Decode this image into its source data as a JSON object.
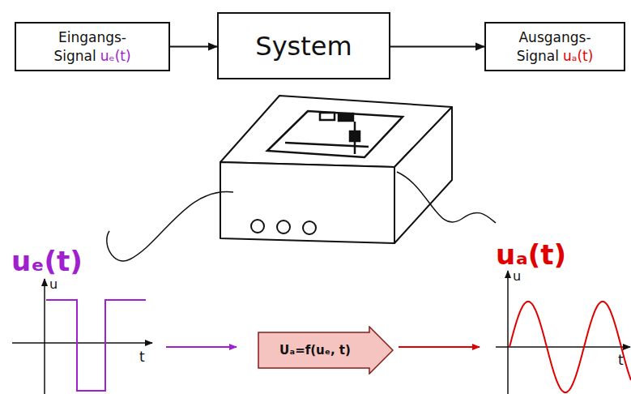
{
  "diagram": {
    "nodes": [
      {
        "text": [
          "Eingangs- Signal",
          "uₑ(t)"
        ]
      },
      {
        "text": [
          "System"
        ]
      },
      {
        "text": [
          "Ausgangs- Signal",
          "uₐ(t)"
        ]
      },
      {
        "text": [
          "Uₐ=f(uₑ, t)"
        ]
      }
    ],
    "edges": [
      {
        "from": 0,
        "to": 1,
        "arrow": "to"
      },
      {
        "from": 1,
        "to": 2,
        "arrow": "to"
      }
    ],
    "labels": [
      "uₑ(t)",
      "u",
      "t",
      "uₐ(t)",
      "u",
      "t"
    ]
  }
}
